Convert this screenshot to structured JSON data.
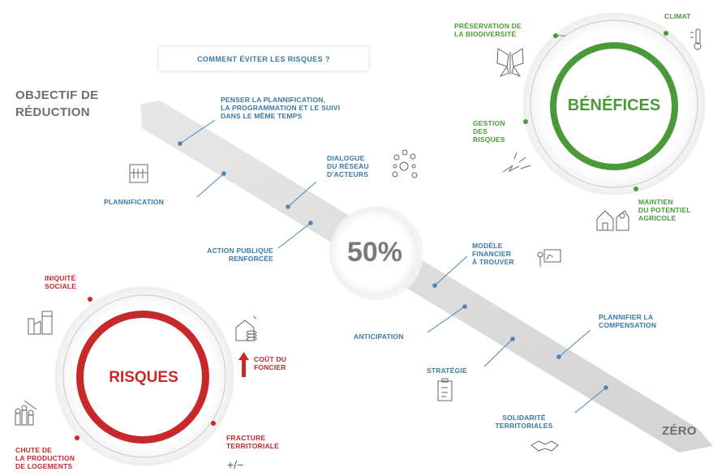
{
  "header": {
    "title": "COMMENT ÉVITER LES RISQUES ?"
  },
  "axis": {
    "start_line1": "OBJECTIF DE",
    "start_line2": "RÉDUCTION",
    "end": "ZÉRO",
    "center_value": "50%"
  },
  "benefits": {
    "title": "BÉNÉFICES",
    "items": [
      {
        "lines": [
          "PRÉSERVATION DE",
          "LA BIODIVERSITÉ"
        ]
      },
      {
        "lines": [
          "CLIMAT"
        ]
      },
      {
        "lines": [
          "GESTION",
          "DES",
          "RISQUES"
        ]
      },
      {
        "lines": [
          "MAINTIEN",
          "DU POTENTIEL",
          "AGRICOLE"
        ]
      }
    ],
    "color": "#4a9a3a"
  },
  "risks": {
    "title": "RISQUES",
    "items": [
      {
        "lines": [
          "INIQUITÉ",
          "SOCIALE"
        ]
      },
      {
        "lines": [
          "COÛT DU",
          "FONCIER"
        ]
      },
      {
        "lines": [
          "FRACTURE",
          "TERRITORIALE"
        ]
      },
      {
        "lines": [
          "CHUTE DE",
          "LA PRODUCTION",
          "DE LOGEMENTS"
        ]
      }
    ],
    "plusminus": "+/−",
    "color": "#c8282a"
  },
  "actions": [
    {
      "lines": [
        "PENSER LA PLANNIFICATION,",
        "LA PROGRAMMATION ET LE SUIVI",
        "DANS LE MÊME TEMPS"
      ]
    },
    {
      "lines": [
        "PLANNIFICATION"
      ]
    },
    {
      "lines": [
        "DIALOGUE",
        "DU RÉSEAU",
        "D'ACTEURS"
      ]
    },
    {
      "lines": [
        "ACTION PUBLIQUE",
        "RENFORCÉE"
      ]
    },
    {
      "lines": [
        "MODÈLE",
        "FINANCIER",
        "À TROUVER"
      ]
    },
    {
      "lines": [
        "ANTICIPATION"
      ]
    },
    {
      "lines": [
        "PLANNIFIER LA",
        "COMPENSATION"
      ]
    },
    {
      "lines": [
        "STRATÉGIE"
      ]
    },
    {
      "lines": [
        "SOLIDARITÉ",
        "TERRITORIALES"
      ]
    }
  ],
  "accent_blue": "#3a78a8",
  "icons": [
    "building-icon",
    "network-icon",
    "presentation-icon",
    "clipboard-icon",
    "handshake-icon",
    "butterfly-icon",
    "thermometer-icon",
    "storm-icon",
    "farm-icon",
    "factory-icon",
    "house-coins-icon",
    "arrow-up-icon",
    "coins-icon"
  ]
}
